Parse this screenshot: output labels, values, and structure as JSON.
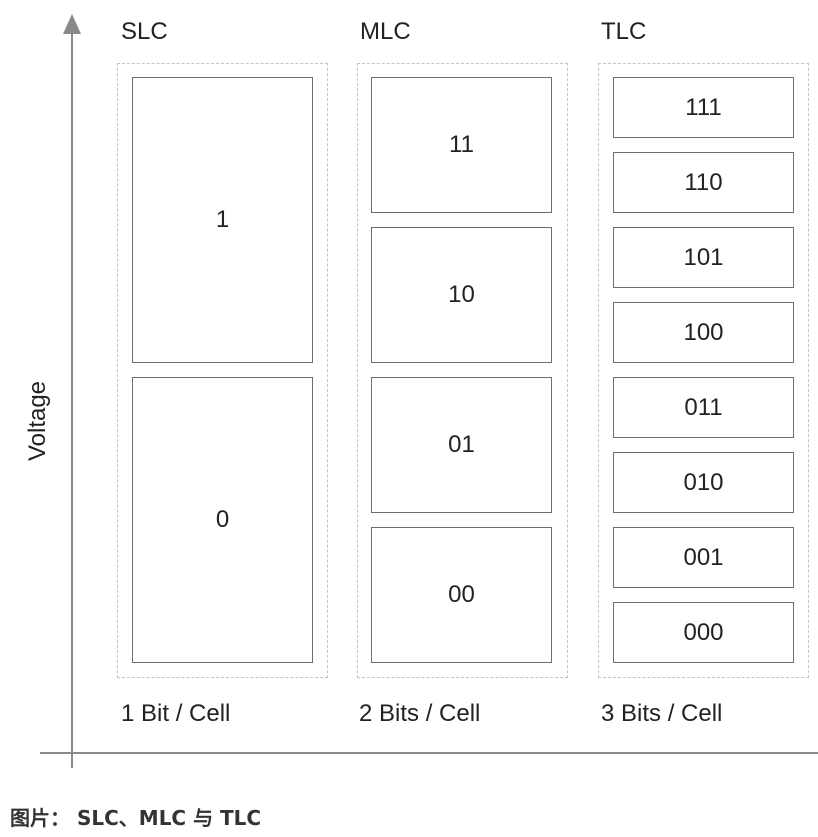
{
  "diagram": {
    "y_axis_label": "Voltage",
    "columns": [
      {
        "title": "SLC",
        "footer": "1 Bit / Cell",
        "states": [
          "1",
          "0"
        ]
      },
      {
        "title": "MLC",
        "footer": "2 Bits / Cell",
        "states": [
          "11",
          "10",
          "01",
          "00"
        ]
      },
      {
        "title": "TLC",
        "footer": "3 Bits / Cell",
        "states": [
          "111",
          "110",
          "101",
          "100",
          "011",
          "010",
          "001",
          "000"
        ]
      }
    ],
    "caption": "图片： SLC、MLC 与 TLC"
  }
}
